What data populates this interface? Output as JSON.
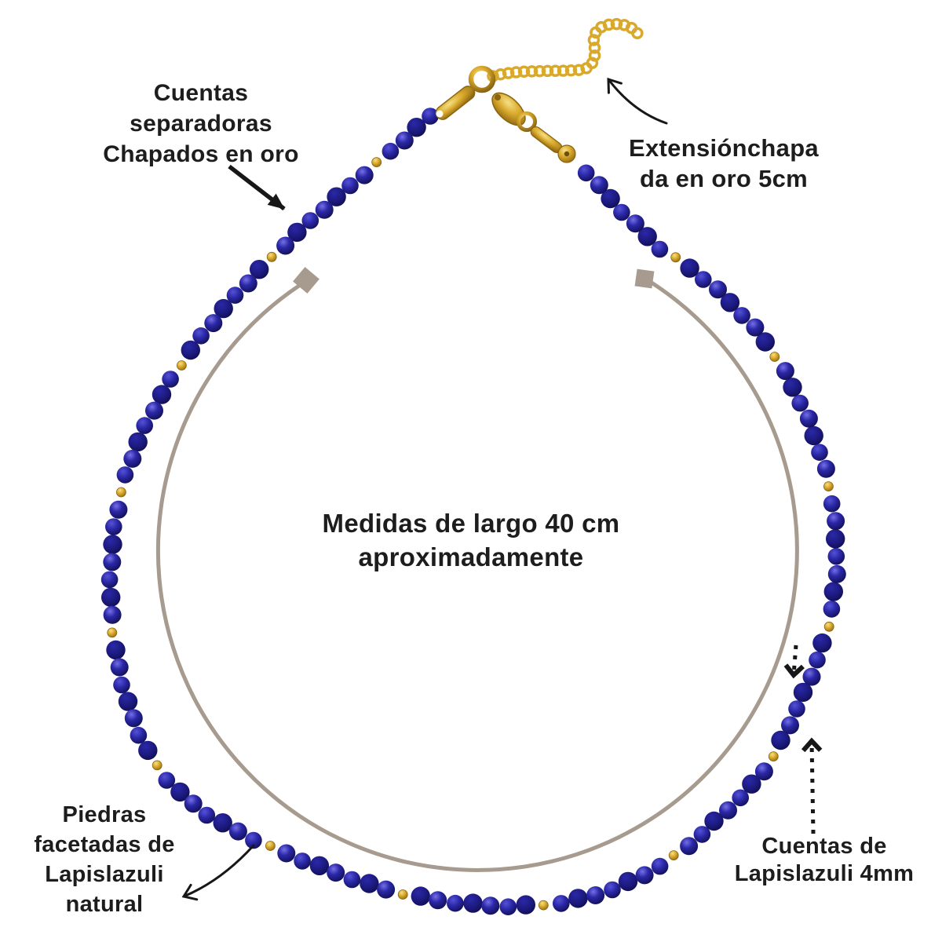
{
  "labels": {
    "spacer_beads": {
      "lines": [
        "Cuentas",
        "separadoras",
        "Chapados en oro"
      ]
    },
    "extension_chain": {
      "lines": [
        "Extensiónchapa",
        "da en oro 5cm"
      ]
    },
    "length_measure": {
      "lines": [
        "Medidas de largo 40 cm",
        "aproximadamente"
      ]
    },
    "faceted_stones": {
      "lines": [
        "Piedras",
        "facetadas de",
        "Lapislazuli",
        "natural"
      ]
    },
    "bead_size": {
      "lines": [
        "Cuentas de",
        "Lapislazuli 4mm"
      ]
    }
  },
  "colors": {
    "bg": "#ffffff",
    "text": "#1d1d1d",
    "arrow": "#171717",
    "arc": "#a79a8e",
    "bead_dark": "#0e0c4a",
    "bead_mid": "#2b28a8",
    "bead_mid2": "#1c1a7e",
    "bead_highlight": "#5552d6",
    "bead_highlight2": "#7670e6",
    "gold": "#d9a92c",
    "gold_light": "#f6e086",
    "gold_dark": "#8a6410"
  },
  "necklace": {
    "bead_radius": 11.5,
    "bead_spacing": 22.5,
    "gold_spacer_interval": 8,
    "gold_spacer_radius": 6,
    "chain_ring_radius": 6,
    "chain_ring_spacing": 10
  }
}
